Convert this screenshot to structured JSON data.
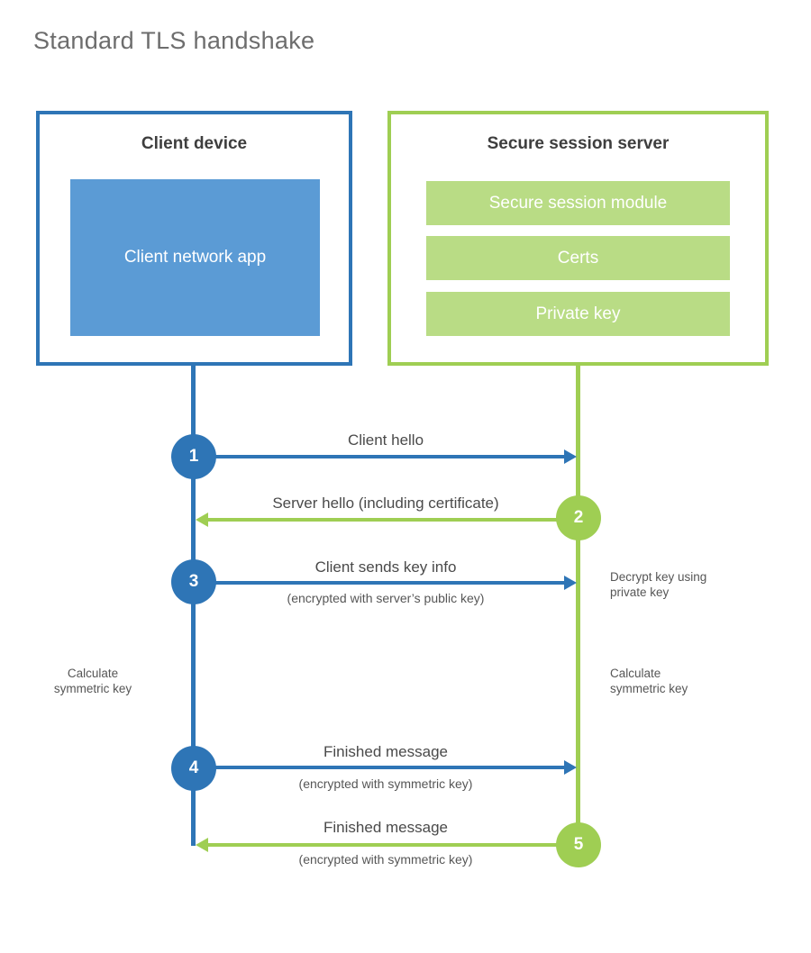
{
  "title": "Standard TLS handshake",
  "colors": {
    "blue": "#2e75b6",
    "blue_fill": "#5b9bd5",
    "green": "#9fce53",
    "green_fill": "#b9dc85"
  },
  "client": {
    "title": "Client device",
    "app_label": "Client network app"
  },
  "server": {
    "title": "Secure session server",
    "modules": [
      "Secure session module",
      "Certs",
      "Private key"
    ]
  },
  "steps": [
    {
      "number": "1",
      "from": "client",
      "direction": "right",
      "label": "Client hello",
      "sublabel": ""
    },
    {
      "number": "2",
      "from": "server",
      "direction": "left",
      "label": "Server hello (including certificate)",
      "sublabel": ""
    },
    {
      "number": "3",
      "from": "client",
      "direction": "right",
      "label": "Client sends key info",
      "sublabel": "(encrypted with server’s public key)"
    },
    {
      "number": "4",
      "from": "client",
      "direction": "right",
      "label": "Finished message",
      "sublabel": "(encrypted with symmetric key)"
    },
    {
      "number": "5",
      "from": "server",
      "direction": "left",
      "label": "Finished message",
      "sublabel": "(encrypted with symmetric key)"
    }
  ],
  "annotations": {
    "decrypt_note": "Decrypt key using private key",
    "calculate_left": "Calculate symmetric key",
    "calculate_right": "Calculate symmetric key"
  }
}
